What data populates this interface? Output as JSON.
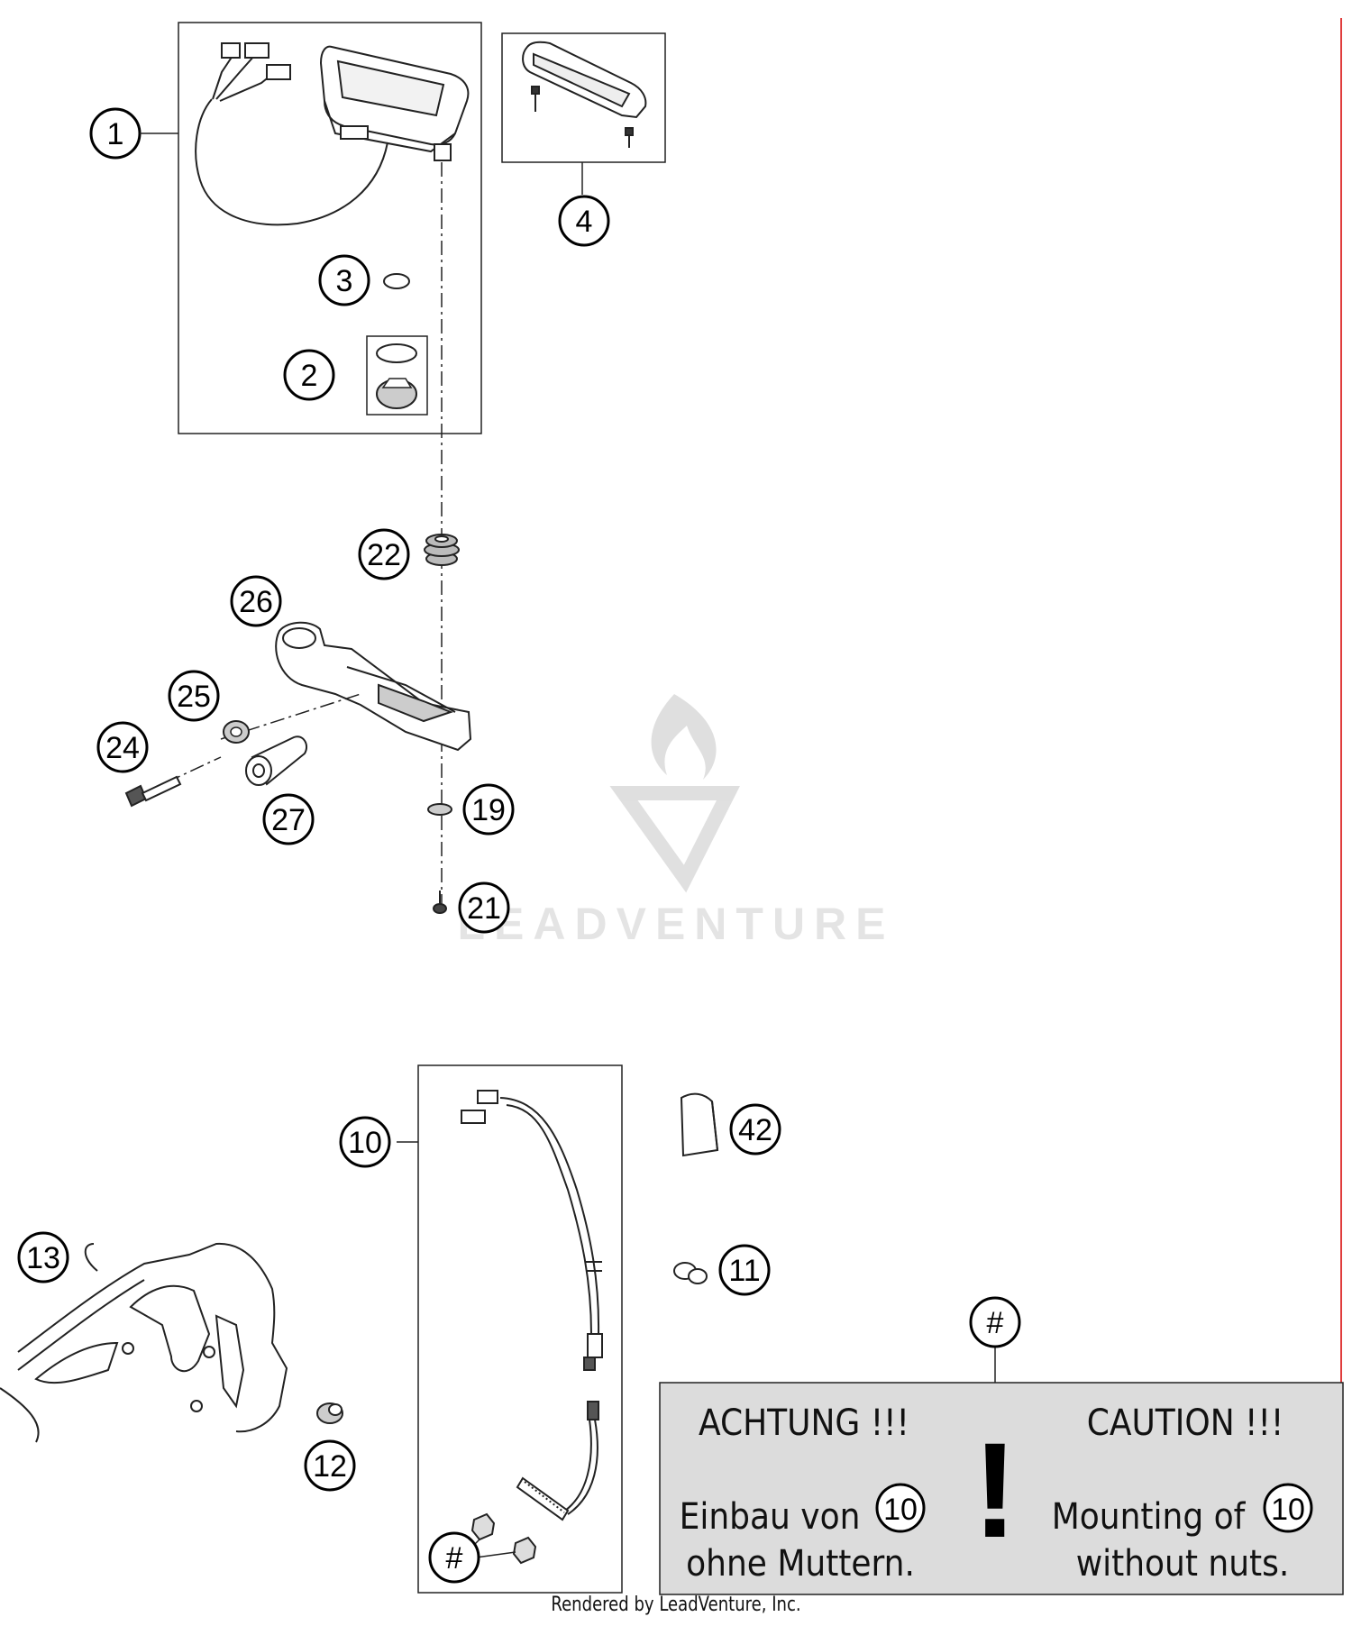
{
  "diagram": {
    "callouts": [
      "1",
      "2",
      "3",
      "4",
      "10",
      "11",
      "12",
      "13",
      "19",
      "21",
      "22",
      "24",
      "25",
      "26",
      "27",
      "42",
      "#",
      "#"
    ],
    "watermark": "LEADVENTURE",
    "caution_panel": {
      "de_title": "ACHTUNG !!!",
      "de_line1": "Einbau von",
      "de_line2": "ohne Muttern.",
      "en_title": "CAUTION !!!",
      "en_line1": "Mounting of",
      "en_line2": "without nuts.",
      "part_ref": "10",
      "mark": "!"
    },
    "accent_color": "#e03c3c",
    "panel_color": "#dcdcdc"
  },
  "footer": "Rendered by LeadVenture, Inc."
}
